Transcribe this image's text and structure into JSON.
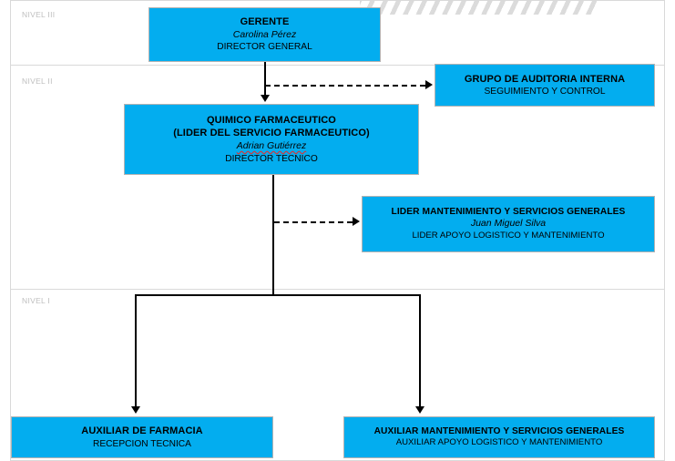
{
  "document": {
    "type": "organizational-chart",
    "language": "es"
  },
  "levels": [
    {
      "label": "NIVEL III"
    },
    {
      "label": "NIVEL II"
    },
    {
      "label": "NIVEL I"
    }
  ],
  "nodes": {
    "gerente": {
      "title": "GERENTE",
      "person": "Carolina Pérez",
      "role": "DIRECTOR GENERAL"
    },
    "auditoria": {
      "title": "GRUPO DE AUDITORIA INTERNA",
      "role": "SEGUIMIENTO Y CONTROL"
    },
    "quimico": {
      "title_line1": "QUIMICO FARMACEUTICO",
      "title_line2": "(LIDER DEL SERVICIO FARMACEUTICO)",
      "person": "Adrian Gutiérrez",
      "role": "DIRECTOR TECNICO"
    },
    "lider_mantenimiento": {
      "title": "LIDER MANTENIMIENTO Y SERVICIOS GENERALES",
      "person": "Juan Miguel Silva",
      "role": "LIDER APOYO LOGISTICO Y MANTENIMIENTO"
    },
    "auxiliar_farmacia": {
      "title": "AUXILIAR DE FARMACIA",
      "role": "RECEPCION TECNICA"
    },
    "auxiliar_mantenimiento": {
      "title": "AUXILIAR MANTENIMIENTO Y SERVICIOS GENERALES",
      "role": "AUXILIAR APOYO LOGISTICO Y MANTENIMIENTO"
    }
  },
  "colors": {
    "box_fill": "#03ADEF",
    "box_border": "#b3b3b3",
    "band_border": "#d9d9d9",
    "level_label": "#bfbfbf",
    "connector": "#000000",
    "spellcheck_underline": "#e03030"
  }
}
